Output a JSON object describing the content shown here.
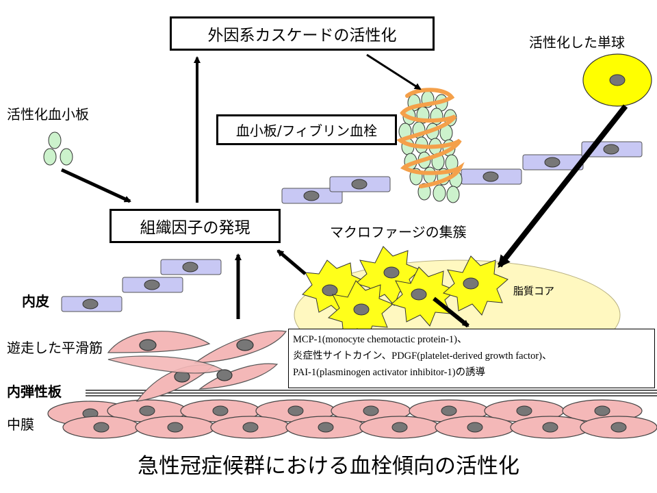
{
  "title": "急性冠症候群における血栓傾向の活性化",
  "boxes": {
    "extrinsic": "外因系カスケードの活性化",
    "tissue_factor": "組織因子の発現",
    "thrombus": "血小板/フィブリン血栓"
  },
  "labels": {
    "activated_platelet": "活性化血小板",
    "activated_monocyte": "活性化した単球",
    "macrophage_cluster": "マクロファージの集簇",
    "lipid_core": "脂質コア",
    "endothelium": "内皮",
    "migrated_smc": "遊走した平滑筋",
    "internal_elastic_lamina": "内弾性板",
    "media": "中膜"
  },
  "note_lines": [
    "MCP-1(monocyte chemotactic protein-1)、",
    "炎症性サイトカイン、PDGF(platelet-derived growth factor)、",
    "PAI-1(plasminogen activator inhibitor-1)の誘導"
  ],
  "colors": {
    "platelet": "#ccf2cc",
    "fibrin": "#f4a04a",
    "endothelial_cell": "#c8c8f4",
    "monocyte": "#ffff00",
    "macrophage": "#ffff1a",
    "lipid_core": "#fff8c0",
    "smooth_muscle": "#f4b8b8",
    "nucleus": "#777777"
  }
}
